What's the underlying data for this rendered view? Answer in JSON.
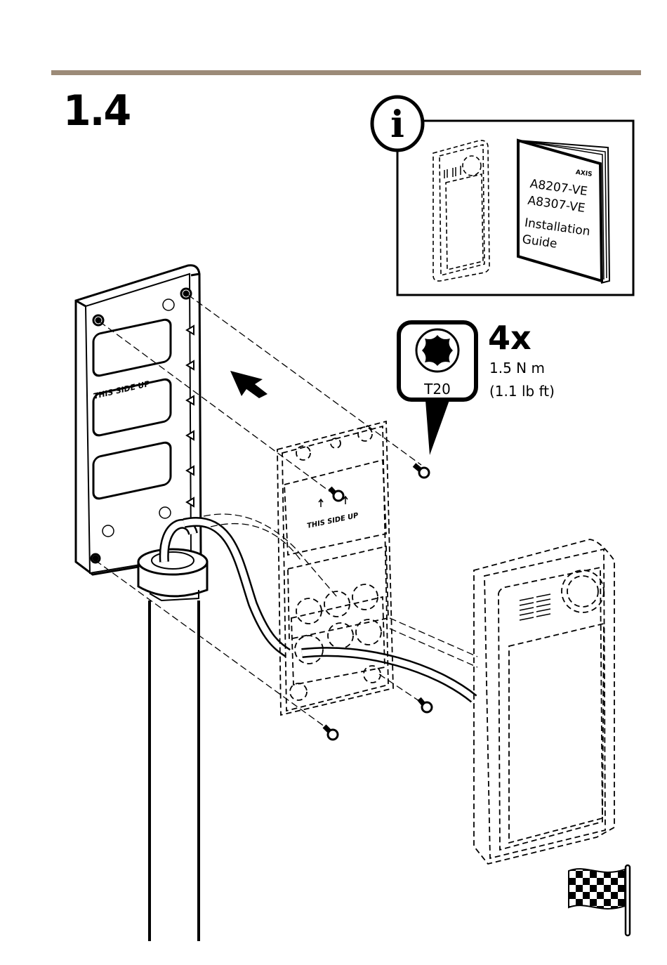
{
  "page": {
    "step_number": "1.4",
    "rule_color": "#9c8b78"
  },
  "info_box": {
    "icon": "info-icon",
    "icon_glyph": "i",
    "guide": {
      "brand": "AXIS",
      "model_1": "A8207-VE",
      "model_2": "A8307-VE",
      "title_line_1": "Installation",
      "title_line_2": "Guide"
    }
  },
  "tool_callout": {
    "icon": "torx-bit-icon",
    "bit": "T20",
    "quantity": "4x",
    "torque_metric": "1.5 N m",
    "torque_imperial": "(1.1 lb ft)"
  },
  "labels": {
    "backplate_orientation": "THIS SIDE UP",
    "bracket_orientation": "THIS SIDE UP"
  },
  "icons": {
    "direction_arrow": "arrow-up-left-icon",
    "finish": "checkered-flag-icon"
  }
}
